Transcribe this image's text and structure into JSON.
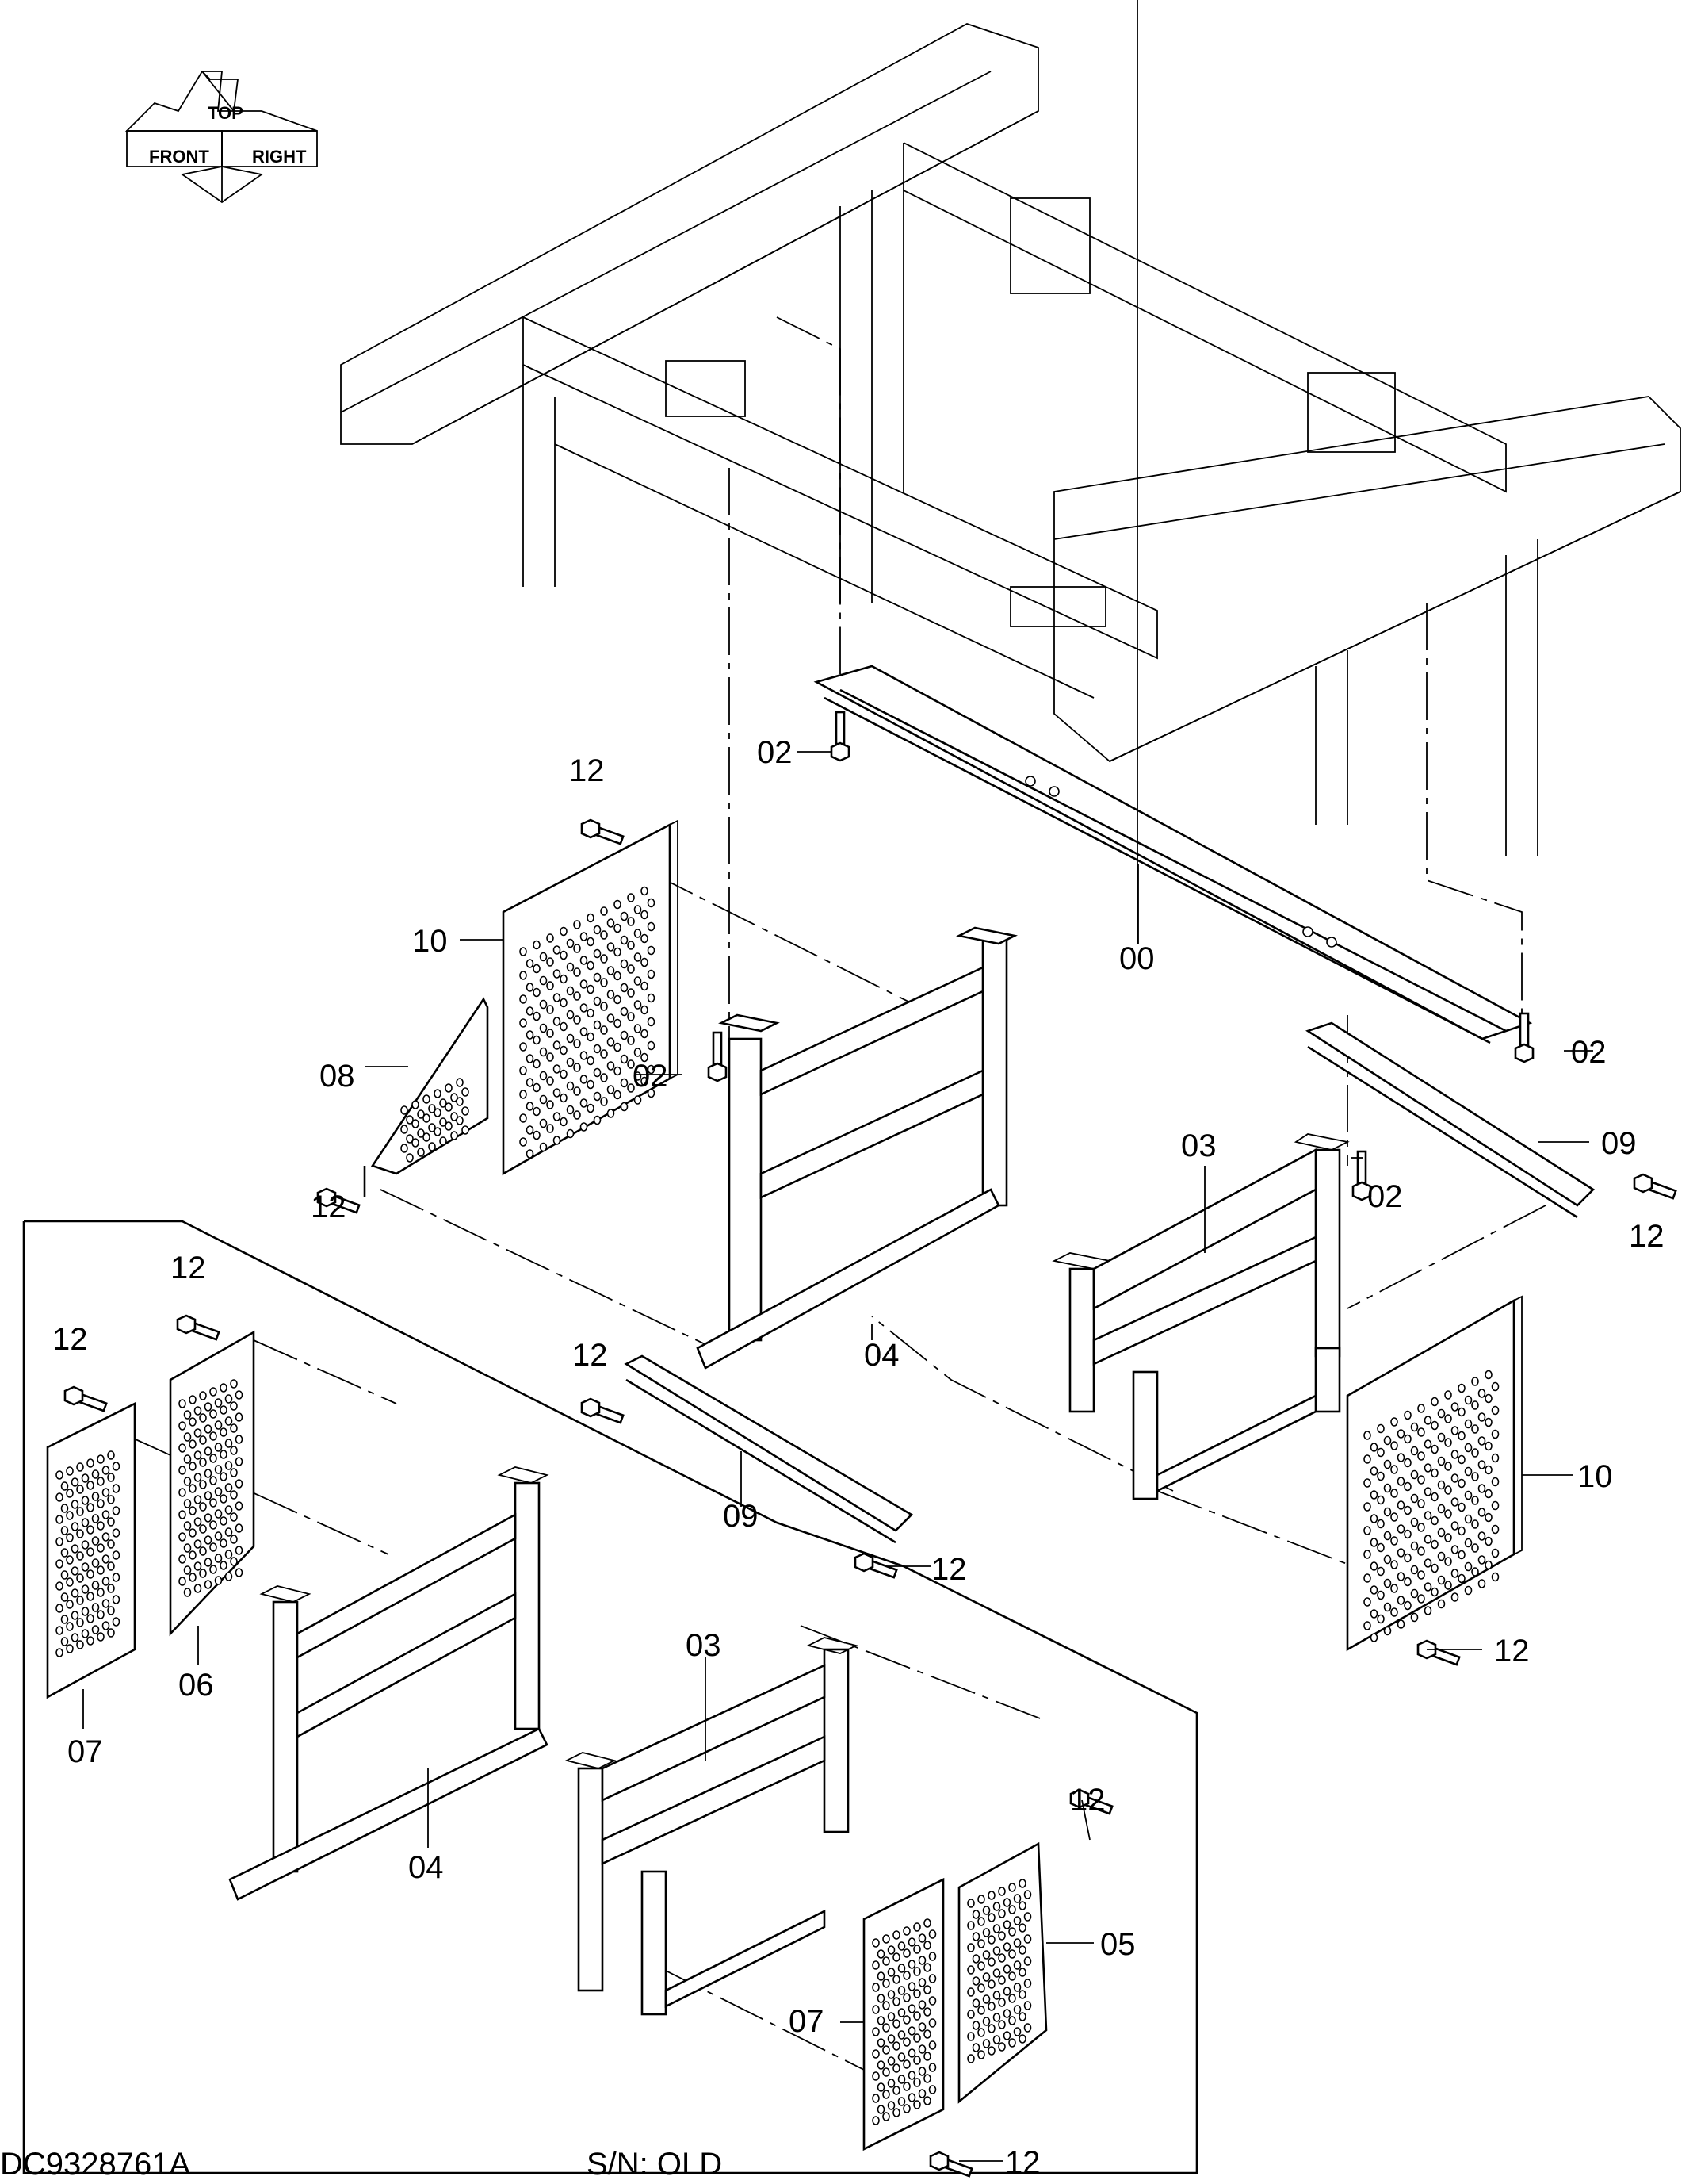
{
  "drawing": {
    "drawing_number": "DC9328761A",
    "serial_note": "S/N: OLD"
  },
  "compass": {
    "front": "FRONT",
    "top": "TOP",
    "right": "RIGHT"
  },
  "callouts": {
    "c00": "00",
    "c02a": "02",
    "c02b": "02",
    "c02c": "02",
    "c02d": "02",
    "c03a": "03",
    "c03b": "03",
    "c04a": "04",
    "c04b": "04",
    "c05": "05",
    "c06": "06",
    "c07a": "07",
    "c07b": "07",
    "c08": "08",
    "c09a": "09",
    "c09b": "09",
    "c10a": "10",
    "c10b": "10",
    "c12a": "12",
    "c12b": "12",
    "c12c": "12",
    "c12d": "12",
    "c12e": "12",
    "c12f": "12",
    "c12g": "12",
    "c12h": "12",
    "c12i": "12",
    "c12j": "12"
  }
}
